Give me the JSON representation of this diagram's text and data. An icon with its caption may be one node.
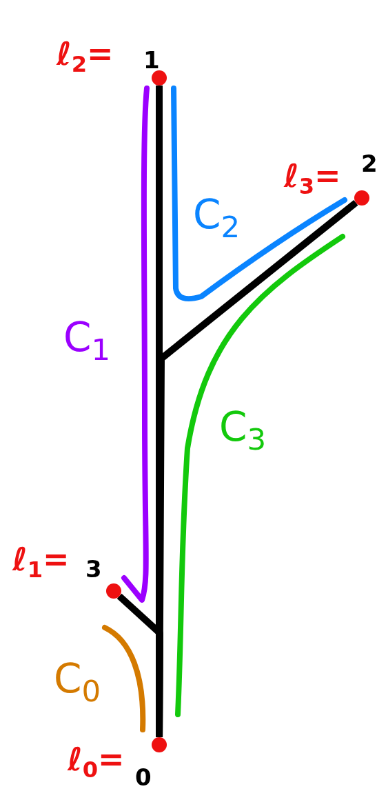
{
  "diagram": {
    "nodes": [
      {
        "text": [],
        "shape": "circle",
        "beside": [
          "ℓ$_{2}$=",
          "1"
        ]
      },
      {
        "text": [],
        "shape": "circle",
        "beside": [
          "ℓ$_{3}$=",
          "2"
        ]
      },
      {
        "text": [],
        "shape": "circle",
        "beside": [
          "ℓ$_{1}$=",
          "3"
        ]
      },
      {
        "text": [],
        "shape": "circle",
        "beside": [
          "ℓ$_{0}$=",
          "0"
        ]
      }
    ],
    "edges": [
      {
        "from": 3,
        "to": 0,
        "arrow": "none"
      },
      {
        "from": 3,
        "to": 1,
        "arrow": "none"
      },
      {
        "from": 3,
        "to": 2,
        "arrow": "none"
      }
    ],
    "labels": [
      "C$_{2}$",
      "C$_{1}$",
      "C$_{3}$",
      "C$_{0}$"
    ]
  }
}
